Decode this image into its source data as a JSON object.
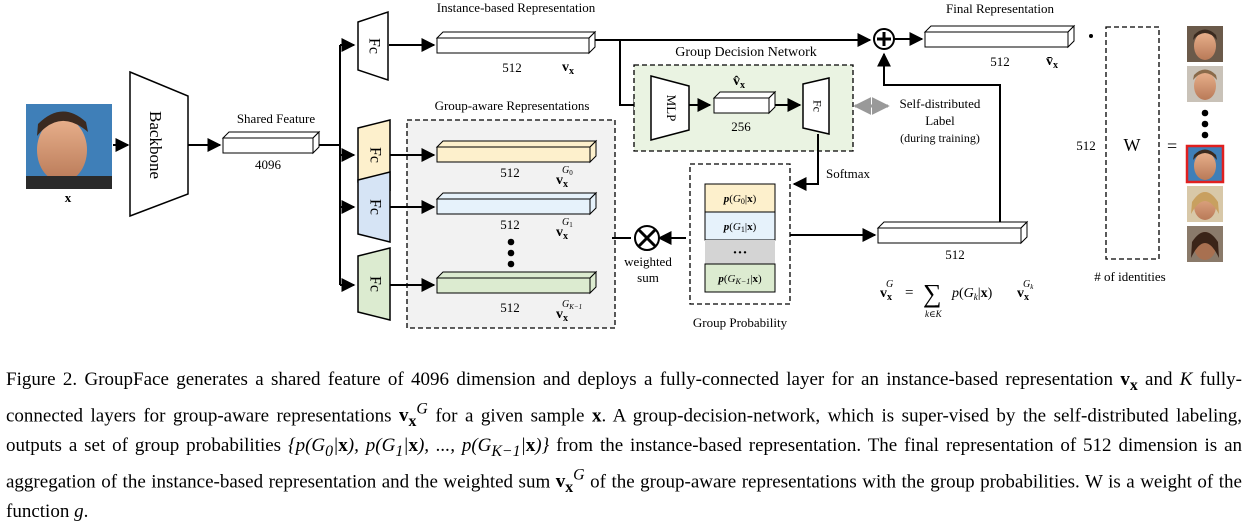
{
  "labels": {
    "input_x": "x",
    "backbone": "Backbone",
    "shared_feature": "Shared Feature",
    "shared_dim": "4096",
    "fc": "Fc",
    "instance_based": "Instance-based Representation",
    "instance_dim": "512",
    "group_decision_network": "Group Decision Network",
    "mlp": "MLP",
    "mlp_dim": "256",
    "group_aware": "Group-aware Representations",
    "g0_dim": "512",
    "g1_dim": "512",
    "gk_dim": "512",
    "self_distributed": "Self-distributed",
    "label_word": "Label",
    "during_training": "(during training)",
    "softmax": "Softmax",
    "weighted": "weighted",
    "sum": "sum",
    "group_probability": "Group Probability",
    "prob_dots": "···",
    "final_representation": "Final Representation",
    "final_dim": "512",
    "aggregate_dim": "512",
    "w_dim": "512",
    "w": "W",
    "equals": "=",
    "num_identities": "# of identities"
  },
  "caption": {
    "p1": "Figure 2. GroupFace generates a shared feature of 4096 dimension and deploys a fully-connected layer for an instance-based representation",
    "p2": "and",
    "p3": "fully-connected layers for group-aware representations",
    "p4": "for a given sample",
    "p5": ". A group-decision-network, which is super-vised by the self-distributed labeling, outputs a set of group probabilities",
    "p6": "from the instance-based representation. The final representation of 512 dimension is an aggregation of the instance-based representation and the weighted sum",
    "p7": "of the group-aware representations with the group probabilities. W is a weight of the function",
    "p8": "."
  },
  "colors": {
    "fc_g0": "#fdf0cc",
    "fc_g1": "#d6e4f5",
    "fc_gk": "#dcebd0",
    "group_decision_bg": "#eaf3e2",
    "group_aware_bg": "#f2f2f2",
    "prob_g0": "#fdf0cc",
    "prob_g1": "#e6f2fb",
    "prob_gk": "#dcebd0",
    "prob_dots_bg": "#d4d4d4",
    "highlight_border": "#e02020",
    "gray_arrow": "#999999"
  },
  "icons": {
    "face_input": "face-photo-icon",
    "identity_faces": [
      "face-photo-icon",
      "face-photo-icon",
      "face-photo-icon",
      "face-photo-icon",
      "face-photo-icon"
    ]
  }
}
